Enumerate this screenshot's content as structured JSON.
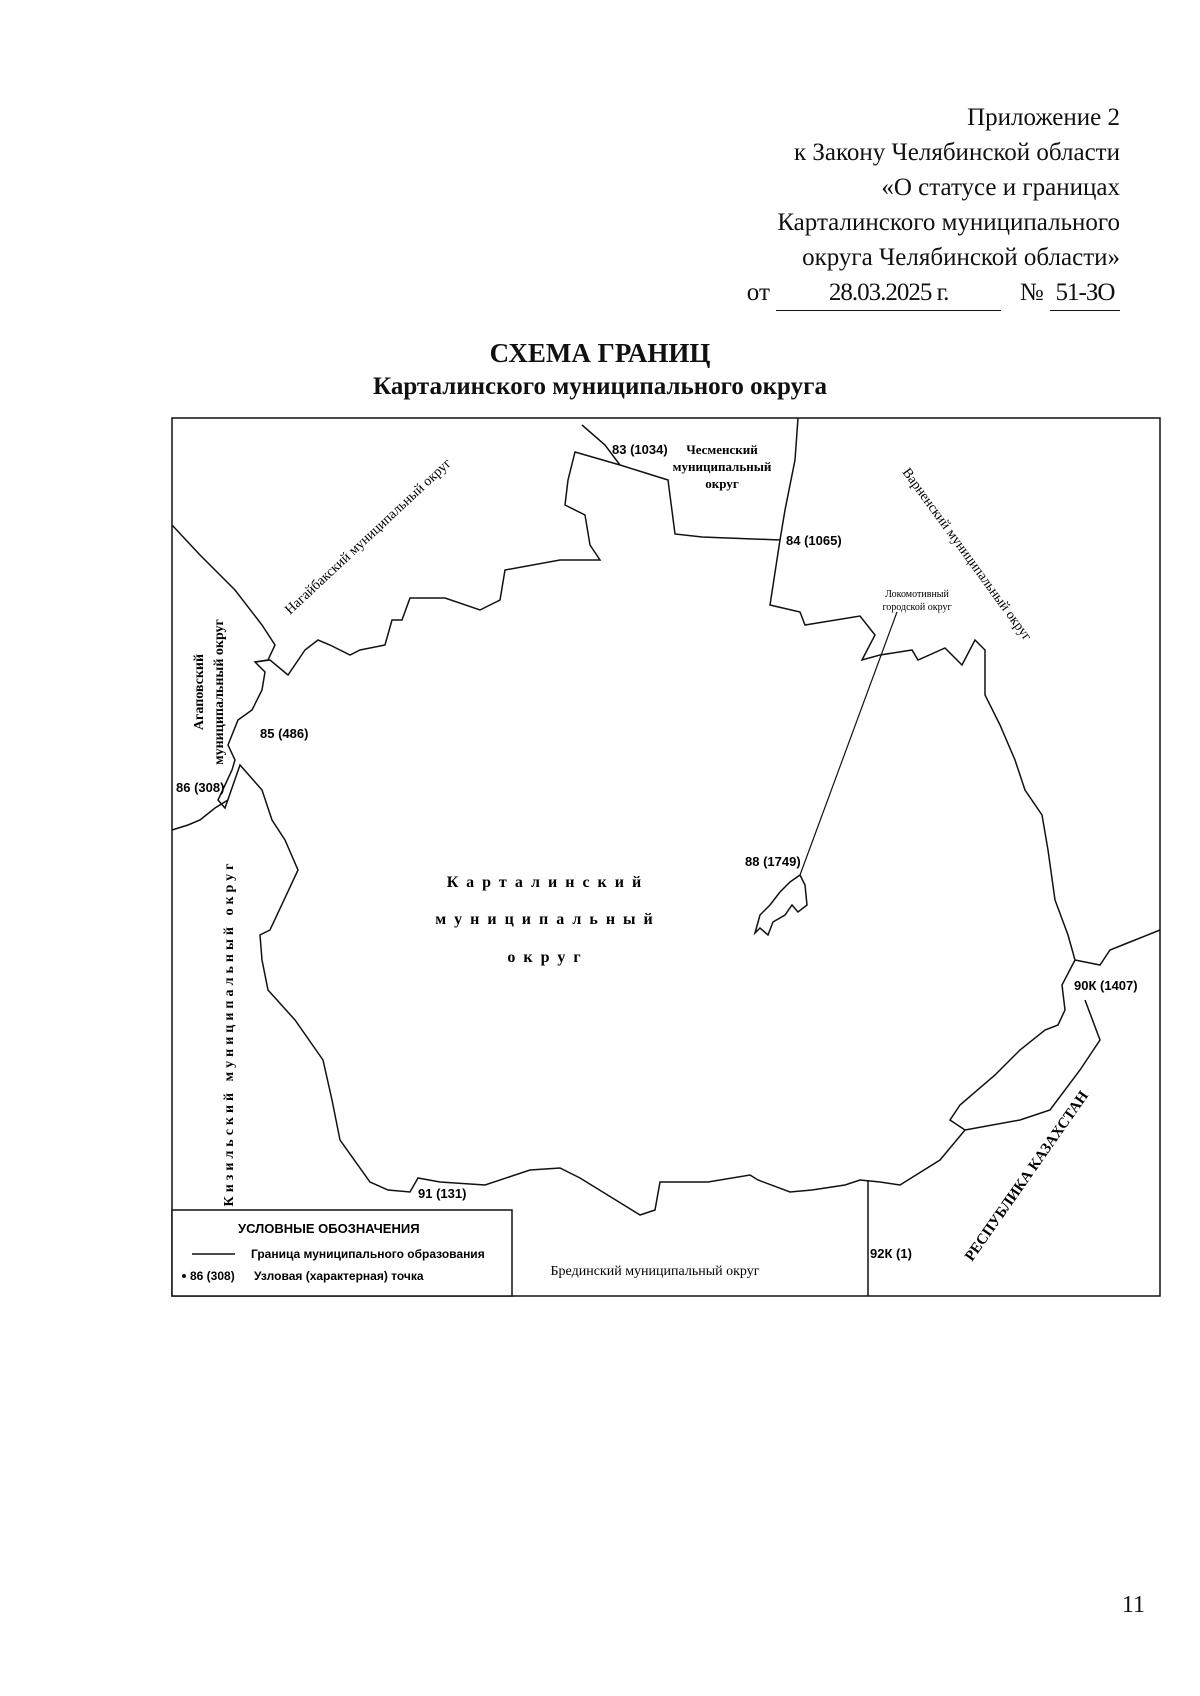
{
  "appendix": {
    "line1": "Приложение 2",
    "line2": "к Закону Челябинской области",
    "line3": "«О статусе и границах",
    "line4": "Карталинского муниципального",
    "line5": "округа Челябинской области»",
    "date_prefix": "от",
    "date": "28.03.2025 г.",
    "number_prefix": "№",
    "number": "51-ЗО"
  },
  "title": "СХЕМА ГРАНИЦ",
  "subtitle": "Карталинского муниципального округа",
  "map": {
    "main_region_words": [
      "Карталинский",
      "муниципальный",
      "округ"
    ],
    "neighbors": {
      "nagaybak": "Нагайбакский муниципальный округ",
      "chesma_1": "Чесменский",
      "chesma_2": "муниципальный",
      "chesma_3": "округ",
      "varna": "Варненский муниципальный округ",
      "lokomotiv_1": "Локомотивный",
      "lokomotiv_2": "городской округ",
      "agapovka_1": "Агаповский",
      "agapovka_2": "муниципальный округ",
      "kizil": "Кизильский муниципальный округ",
      "bredy": "Брединский муниципальный округ",
      "kazakhstan": "РЕСПУБЛИКА КАЗАХСТАН"
    },
    "points": {
      "p83": "83 (1034)",
      "p84": "84 (1065)",
      "p85": "85 (486)",
      "p86": "86 (308)",
      "p88": "88 (1749)",
      "p90": "90К (1407)",
      "p91": "91 (131)",
      "p92": "92К (1)"
    },
    "legend": {
      "title": "УСЛОВНЫЕ ОБОЗНАЧЕНИЯ",
      "border_label": "Граница муниципального образования",
      "point_sample": "86 (308)",
      "point_label": "Узловая (характерная) точка"
    }
  },
  "page_number": "11"
}
